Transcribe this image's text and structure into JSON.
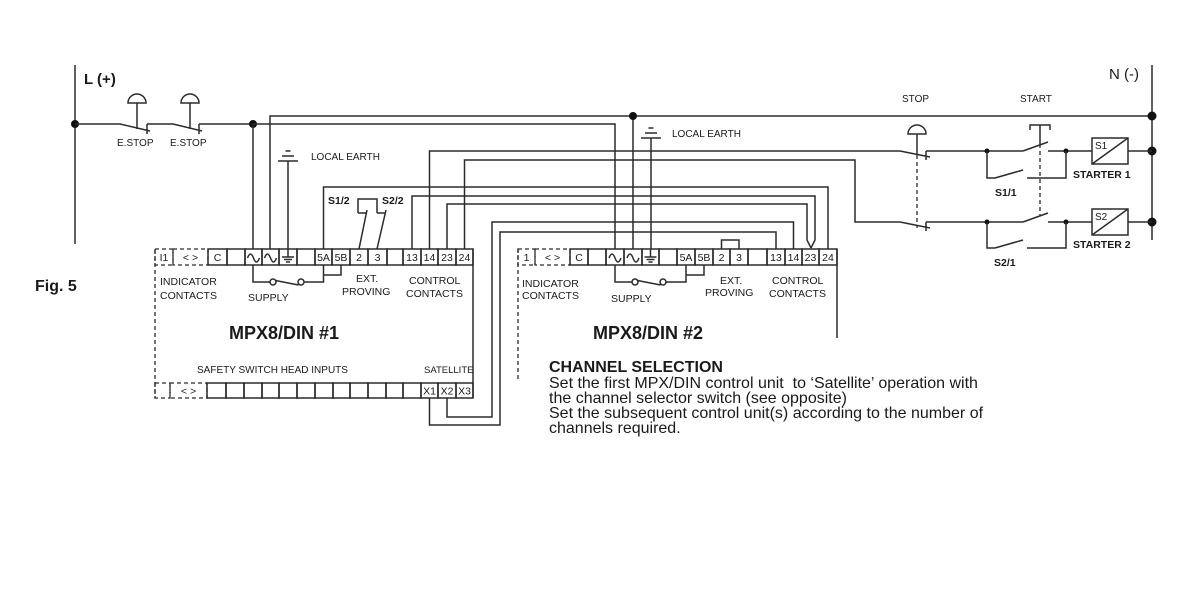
{
  "figure": {
    "label": "Fig. 5"
  },
  "supply": {
    "live_label": "L (+)",
    "neutral_label": "N (-)"
  },
  "emergency_stops": [
    {
      "label": "E.STOP"
    },
    {
      "label": "E.STOP"
    }
  ],
  "local_earth": {
    "label": "LOCAL EARTH"
  },
  "modules": [
    {
      "title": "MPX8/DIN #1",
      "top_terminals": [
        {
          "label": "I1"
        },
        {
          "label": "< >"
        },
        {
          "label": "C"
        },
        {
          "label": ""
        },
        {
          "icon": "ac-supply-icon"
        },
        {
          "icon": "ac-supply-icon"
        },
        {
          "icon": "earth-icon"
        },
        {
          "label": ""
        },
        {
          "label": "5A"
        },
        {
          "label": "5B"
        },
        {
          "label": "2"
        },
        {
          "label": "3"
        },
        {
          "label": ""
        },
        {
          "label": "13"
        },
        {
          "label": "14"
        },
        {
          "label": "23"
        },
        {
          "label": "24"
        }
      ],
      "bottom_terminals": [
        {
          "label": ""
        },
        {
          "label": "< >"
        },
        {
          "label": ""
        },
        {
          "label": ""
        },
        {
          "label": ""
        },
        {
          "label": ""
        },
        {
          "label": ""
        },
        {
          "label": ""
        },
        {
          "label": ""
        },
        {
          "label": ""
        },
        {
          "label": ""
        },
        {
          "label": ""
        },
        {
          "label": ""
        },
        {
          "label": ""
        },
        {
          "label": "X1"
        },
        {
          "label": "X2"
        },
        {
          "label": "X3"
        }
      ],
      "groups": {
        "indicator": [
          "INDICATOR",
          "CONTACTS"
        ],
        "supply": "SUPPLY",
        "ext_proving": [
          "EXT.",
          "PROVING"
        ],
        "control": [
          "CONTROL",
          "CONTACTS"
        ]
      },
      "safety_inputs_label": "SAFETY SWITCH HEAD INPUTS",
      "satellite_label": "SATELLITE",
      "proving_contacts": [
        "S1/2",
        "S2/2"
      ]
    },
    {
      "title": "MPX8/DIN #2",
      "top_terminals": [
        {
          "label": "1"
        },
        {
          "label": "< >"
        },
        {
          "label": "C"
        },
        {
          "label": ""
        },
        {
          "icon": "ac-supply-icon"
        },
        {
          "icon": "ac-supply-icon"
        },
        {
          "icon": "earth-icon"
        },
        {
          "label": ""
        },
        {
          "label": "5A"
        },
        {
          "label": "5B"
        },
        {
          "label": "2"
        },
        {
          "label": "3"
        },
        {
          "label": ""
        },
        {
          "label": "13"
        },
        {
          "label": "14"
        },
        {
          "label": "23"
        },
        {
          "label": "24"
        }
      ],
      "groups": {
        "indicator": [
          "INDICATOR",
          "CONTACTS"
        ],
        "supply": "SUPPLY",
        "ext_proving": [
          "EXT.",
          "PROVING"
        ],
        "control": [
          "CONTROL",
          "CONTACTS"
        ]
      }
    }
  ],
  "motor_control": {
    "stop_label": "STOP",
    "start_label": "START",
    "starters": [
      {
        "coil": "S1",
        "label": "STARTER 1",
        "hold_contact": "S1/1"
      },
      {
        "coil": "S2",
        "label": "STARTER 2",
        "hold_contact": "S2/1"
      }
    ]
  },
  "channel_selection": {
    "heading": "CHANNEL SELECTION",
    "lines": [
      "Set the first MPX/DIN control unit  to ‘Satellite’ operation with",
      "the channel selector switch (see opposite)",
      "Set the subsequent control unit(s) according to the number of",
      "channels required."
    ]
  }
}
